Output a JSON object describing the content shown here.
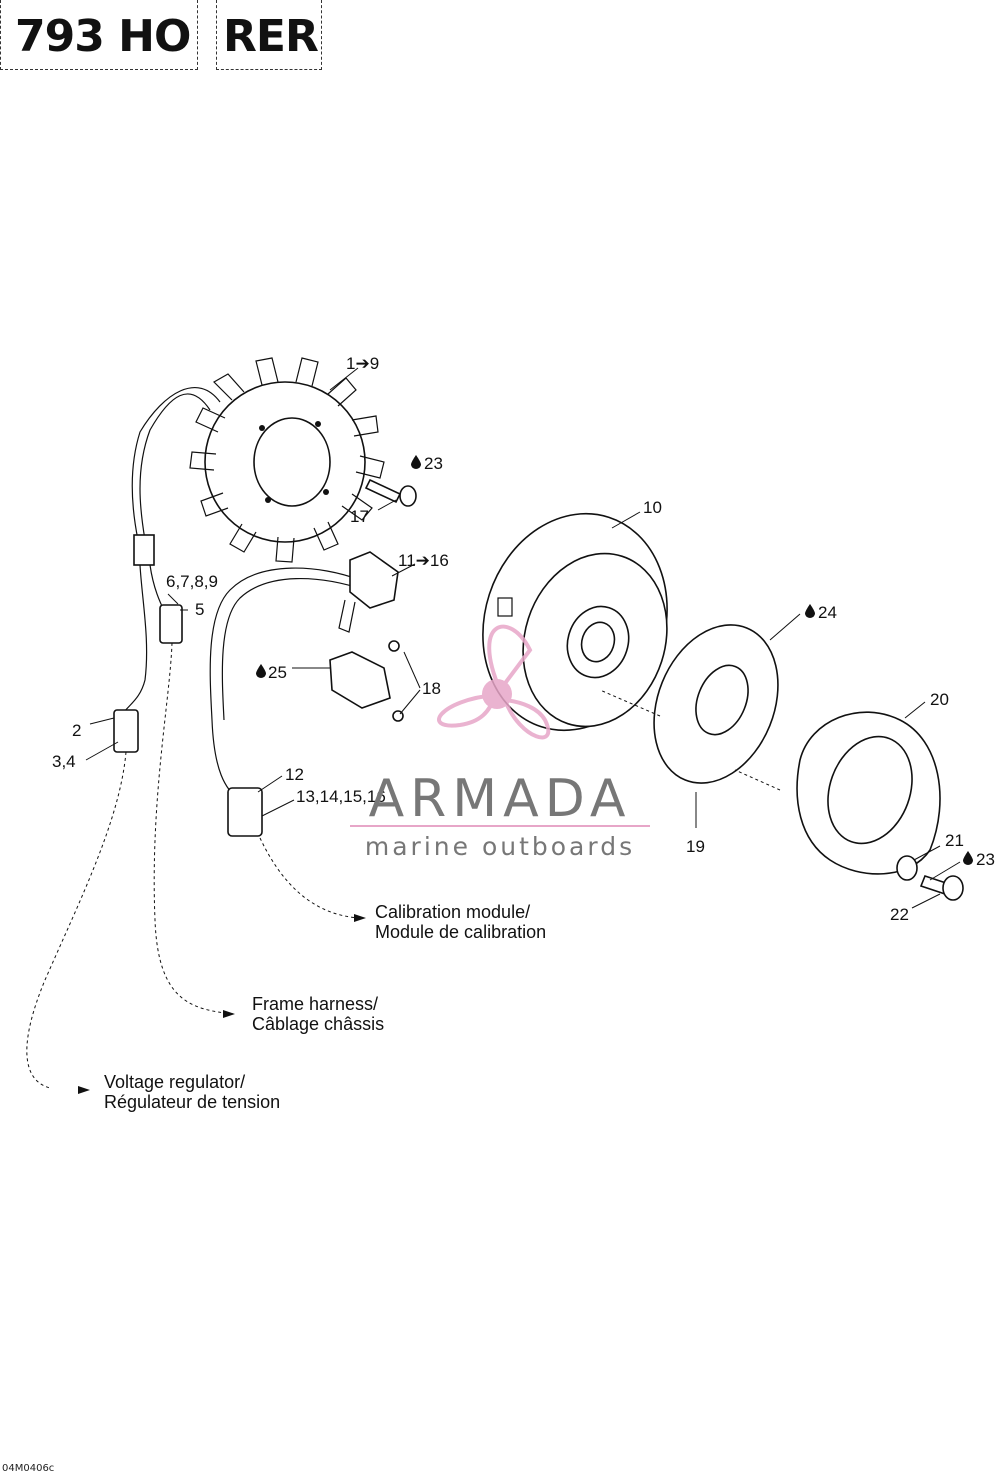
{
  "header": {
    "model": "793 HO",
    "system": "RER"
  },
  "callouts": {
    "c1": "1➔9",
    "c10": "10",
    "c11": "11➔16",
    "c12": "12",
    "c13": "13,14,15,16",
    "c17": "17",
    "c18": "18",
    "c19": "19",
    "c2": "2",
    "c20": "20",
    "c21": "21",
    "c22": "22",
    "c23a": "23",
    "c23b": "23",
    "c24": "24",
    "c25": "25",
    "c34": "3,4",
    "c5": "5",
    "c6789": "6,7,8,9"
  },
  "destinations": {
    "calibration_1": "Calibration module/",
    "calibration_2": "Module de calibration",
    "frame_1": "Frame harness/",
    "frame_2": "Câblage châssis",
    "voltage_1": "Voltage regulator/",
    "voltage_2": "Régulateur de tension"
  },
  "watermark": {
    "brand": "ARMADA",
    "tagline": "marine outboards",
    "accent": "#e7a6c8",
    "text_color": "#777777"
  },
  "footer": {
    "code": "04M0406c"
  }
}
